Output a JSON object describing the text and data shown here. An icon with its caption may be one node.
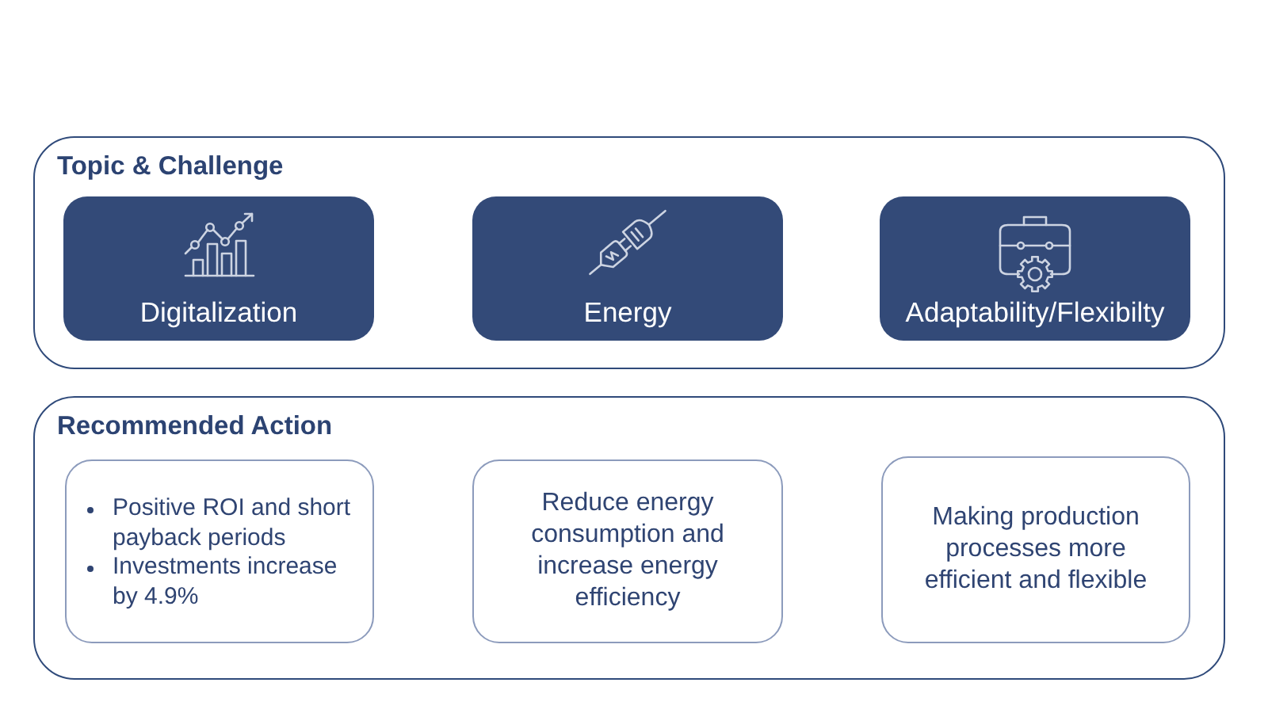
{
  "diagram": {
    "nodes": [
      {
        "text": [
          "Topic & Challenge"
        ]
      },
      {
        "text": [
          "Digitalization"
        ],
        "in": 0
      },
      {
        "text": [
          "Energy"
        ],
        "in": 0
      },
      {
        "text": [
          "Adaptability/Flexibilty"
        ],
        "in": 0
      },
      {
        "text": [
          "Recommended Action"
        ]
      },
      {
        "text": [
          "Positive ROI and short payback periods",
          "Investments increase by 4.9%"
        ],
        "in": 4
      },
      {
        "text": [
          "Reduce energy consumption and increase energy efficiency"
        ],
        "in": 4
      },
      {
        "text": [
          "Making production processes more efficient and flexible"
        ],
        "in": 4
      }
    ]
  }
}
